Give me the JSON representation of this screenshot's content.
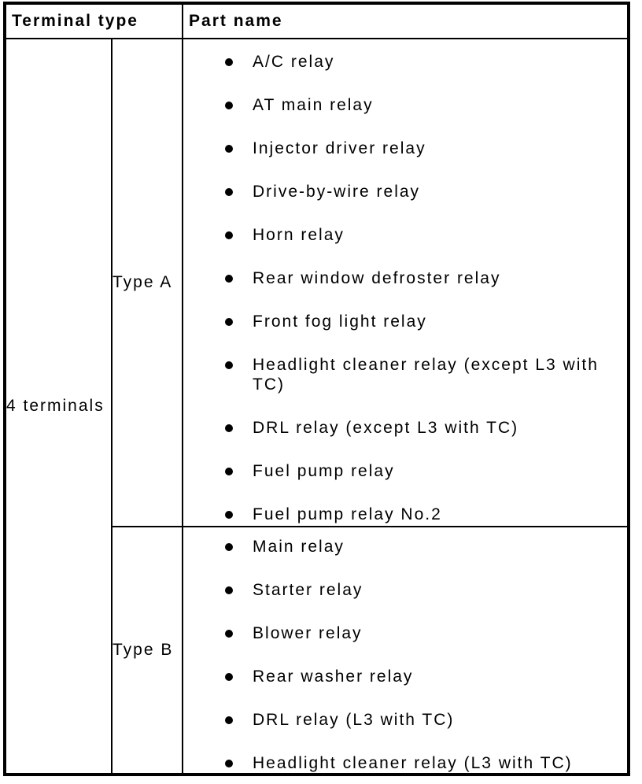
{
  "page": {
    "background_color": "#ffffff",
    "text_color": "#000000",
    "border_color": "#000000"
  },
  "table": {
    "headers": {
      "terminal_type": "Terminal type",
      "part_name": "Part name"
    },
    "terminal_group": "4 terminals",
    "groups": [
      {
        "type_label": "Type A",
        "parts": [
          "A/C relay",
          "AT main relay",
          "Injector driver relay",
          "Drive-by-wire relay",
          "Horn relay",
          "Rear window defroster relay",
          "Front fog light relay",
          "Headlight cleaner relay (except L3 with TC)",
          "DRL relay (except L3 with TC)",
          "Fuel pump relay",
          "Fuel pump relay No.2"
        ]
      },
      {
        "type_label": "Type B",
        "parts": [
          "Main relay",
          "Starter relay",
          "Blower relay",
          "Rear washer relay",
          "DRL relay (L3 with TC)",
          "Headlight cleaner relay (L3 with TC)"
        ]
      }
    ],
    "icons": {
      "bullet": "filled-circle"
    }
  }
}
